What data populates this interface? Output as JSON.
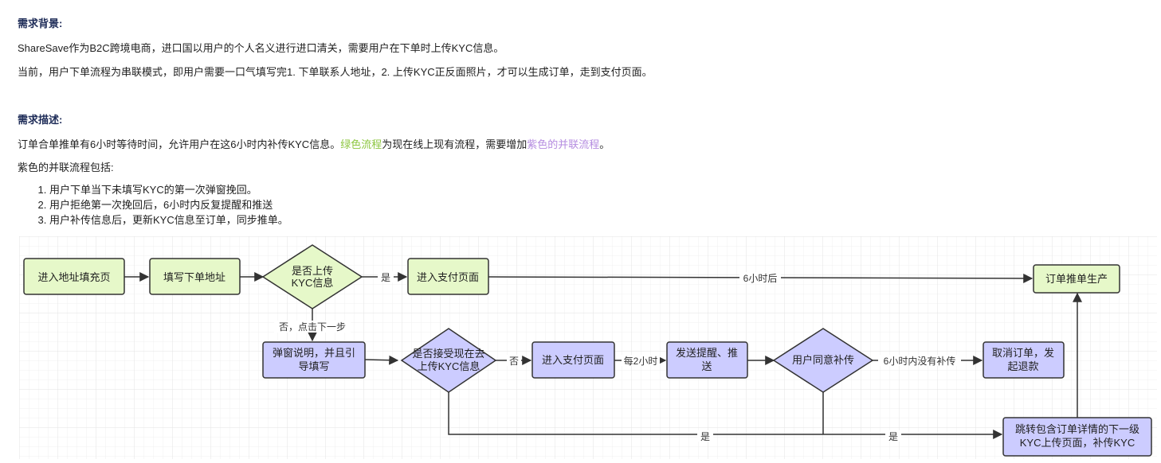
{
  "bg_heading": "需求背景:",
  "bg_p1": "ShareSave作为B2C跨境电商，进口国以用户的个人名义进行进口清关，需要用户在下单时上传KYC信息。",
  "bg_p2": "当前，用户下单流程为串联模式，即用户需要一口气填写完1. 下单联系人地址，2. 上传KYC正反面照片，才可以生成订单，走到支付页面。",
  "desc_heading": "需求描述:",
  "desc_p1_a": "订单合单推单有6小时等待时间，允许用户在这6小时内补传KYC信息。",
  "desc_p1_green": "绿色流程",
  "desc_p1_b": "为现在线上现有流程，需要增加",
  "desc_p1_purple": "紫色的并联流程",
  "desc_p1_c": "。",
  "desc_p2": "紫色的并联流程包括:",
  "steps": [
    "用户下单当下未填写KYC的第一次弹窗挽回。",
    "用户拒绝第一次挽回后，6小时内反复提醒和推送",
    "用户补传信息后，更新KYC信息至订单，同步推单。"
  ],
  "colors": {
    "green_fill": "#e6f8c9",
    "purple_fill": "#ccccff",
    "stroke": "#333333",
    "green_text": "#8cc63f",
    "purple_text": "#b58ce0"
  },
  "flow": {
    "n_addr_page": "进入地址填充页",
    "n_fill_addr": "填写下单地址",
    "d_upload_kyc": [
      "是否上传",
      "KYC信息"
    ],
    "n_pay_page_1": "进入支付页面",
    "n_order_push": "订单推单生产",
    "n_popup": [
      "弹窗说明，并且引",
      "导填写"
    ],
    "d_accept": [
      "是否接受现在去",
      "上传KYC信息"
    ],
    "n_pay_page_2": "进入支付页面",
    "n_send_remind": [
      "发送提醒、推",
      "送"
    ],
    "d_user_agree": "用户同意补传",
    "n_cancel": [
      "取消订单，发",
      "起退款"
    ],
    "n_jump": [
      "跳转包含订单详情的下一级",
      "KYC上传页面，补传KYC"
    ],
    "e_yes_1": "是",
    "e_6h": "6小时后",
    "e_no_next": "否，点击下一步",
    "e_no": "否",
    "e_every2h": "每2小时",
    "e_6h_none": "6小时内没有补传",
    "e_yes_2": "是",
    "e_yes_3": "是"
  }
}
